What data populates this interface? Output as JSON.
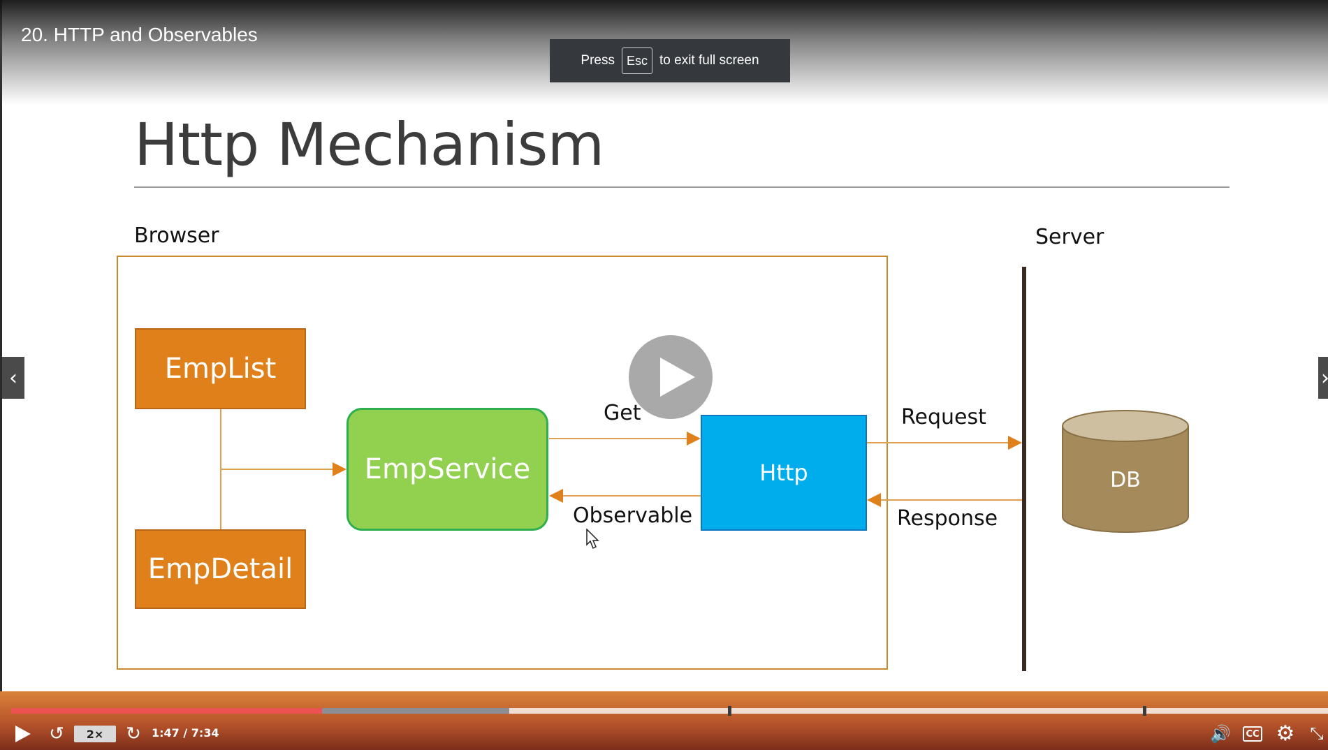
{
  "lecture": {
    "title": "20. HTTP and Observables"
  },
  "fullscreen_notice": {
    "press": "Press",
    "key": "Esc",
    "suffix": "to exit full screen"
  },
  "slide": {
    "title": "Http Mechanism",
    "browser_label": "Browser",
    "server_label": "Server",
    "nodes": {
      "emplist": "EmpList",
      "empdetail": "EmpDetail",
      "empservice": "EmpService",
      "http": "Http",
      "db": "DB"
    },
    "edges": {
      "get": "Get",
      "observable": "Observable",
      "request": "Request",
      "response": "Response"
    }
  },
  "player": {
    "speed": "2×",
    "time": "1:47 / 7:34",
    "played_fraction": 0.236,
    "buffered_fraction": 0.378,
    "cc_label": "CC",
    "icons": [
      "play-icon",
      "rewind-icon",
      "forward-icon",
      "volume-icon",
      "closed-captions-icon",
      "gear-icon",
      "exit-fullscreen-icon",
      "chevron-left-icon",
      "chevron-right-icon"
    ]
  },
  "colors": {
    "orange": "#e0801a",
    "green": "#92d050",
    "blue": "#00adec",
    "db_brown": "#a58a5c",
    "progress_red": "#ec5252"
  }
}
